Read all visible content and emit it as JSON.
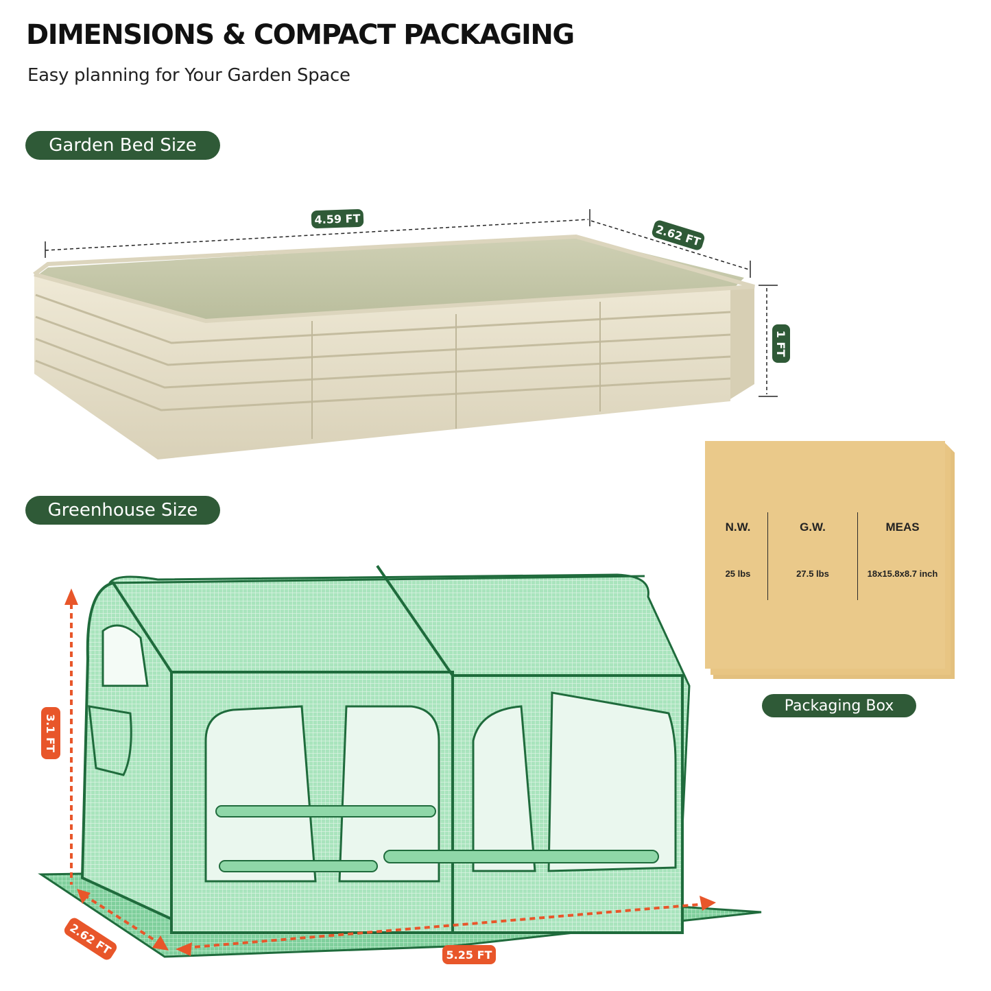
{
  "header": {
    "title": "DIMENSIONS & COMPACT PACKAGING",
    "subtitle": "Easy planning for Your Garden Space"
  },
  "garden_bed": {
    "section_label": "Garden Bed Size",
    "length": "4.59 FT",
    "width": "2.62 FT",
    "height": "1 FT",
    "color": "#e8e2cf"
  },
  "greenhouse": {
    "section_label": "Greenhouse Size",
    "height": "3.1 FT",
    "width": "2.62 FT",
    "length": "5.25 FT",
    "color": "#5fb878"
  },
  "packaging": {
    "section_label": "Packaging Box",
    "color": "#eac98a",
    "columns": [
      {
        "header": "N.W.",
        "value": "25 lbs"
      },
      {
        "header": "G.W.",
        "value": "27.5 lbs"
      },
      {
        "header": "MEAS",
        "value": "18x15.8x8.7 inch"
      }
    ]
  },
  "colors": {
    "brand_green": "#2f5a37",
    "dimension_orange": "#e8562a"
  }
}
